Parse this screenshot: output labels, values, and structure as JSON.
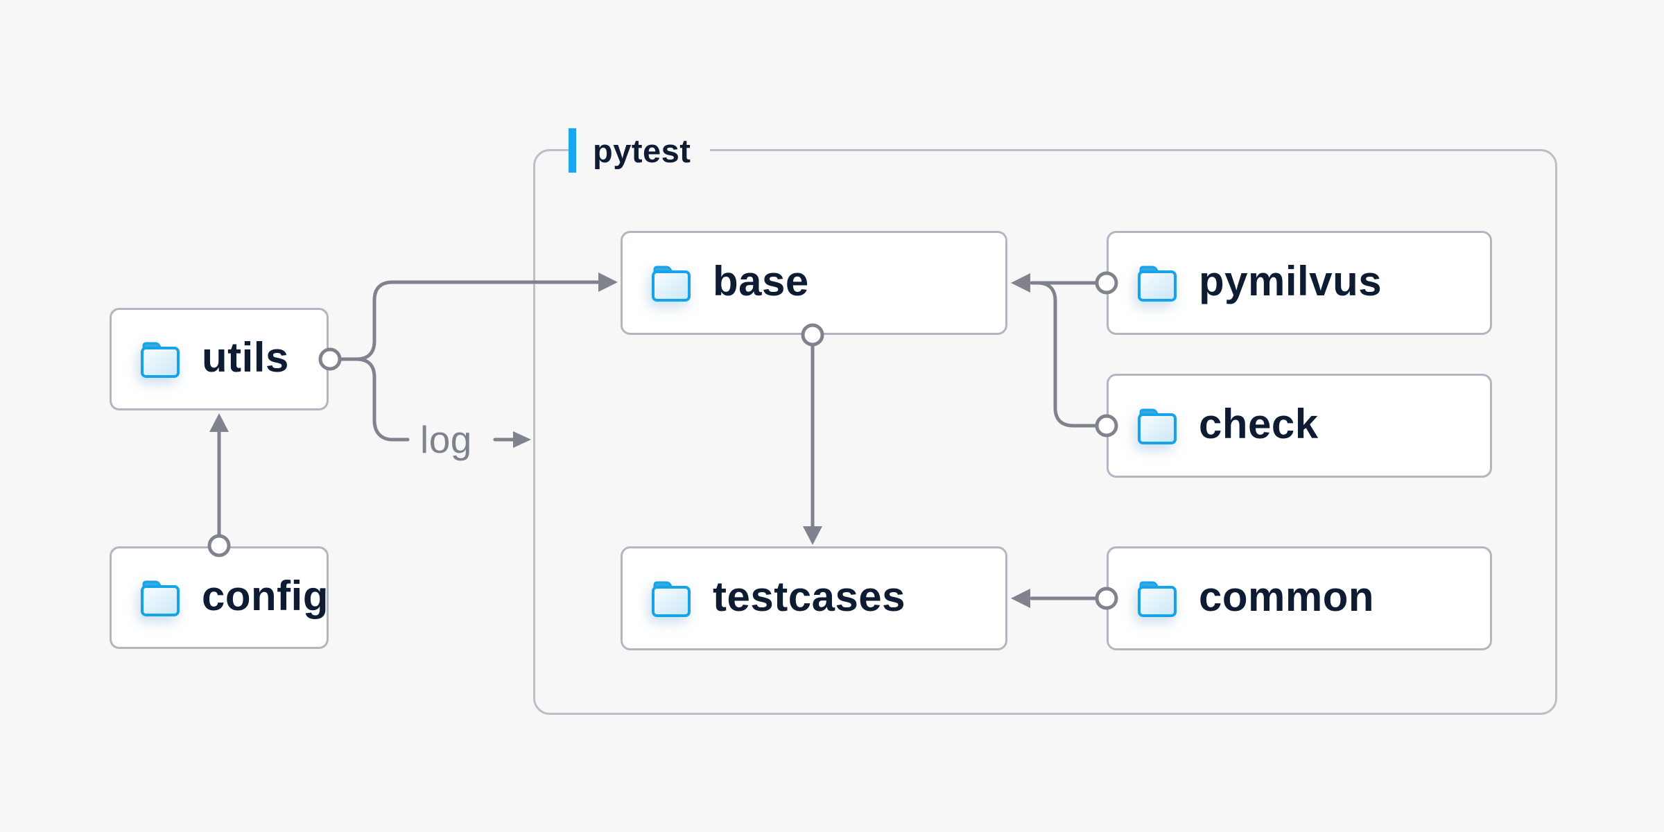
{
  "group": {
    "label": "pytest"
  },
  "edge_label": {
    "text": "log"
  },
  "nodes": {
    "utils": {
      "label": "utils",
      "icon": "folder-icon"
    },
    "config": {
      "label": "config",
      "icon": "folder-icon"
    },
    "base": {
      "label": "base",
      "icon": "folder-icon"
    },
    "pymilvus": {
      "label": "pymilvus",
      "icon": "folder-icon"
    },
    "check": {
      "label": "check",
      "icon": "folder-icon"
    },
    "testcases": {
      "label": "testcases",
      "icon": "folder-icon"
    },
    "common": {
      "label": "common",
      "icon": "folder-icon"
    }
  },
  "edges": [
    {
      "from": "utils",
      "to": "base",
      "style": "arrow-into-left-edge"
    },
    {
      "from": "utils",
      "to": "log",
      "style": "labeled-stub-arrow",
      "label": "log"
    },
    {
      "from": "config",
      "to": "utils",
      "style": "arrow-up"
    },
    {
      "from": "base",
      "to": "testcases",
      "style": "arrow-down"
    },
    {
      "from": "pymilvus",
      "to": "base",
      "style": "arrow-into-right-edge"
    },
    {
      "from": "check",
      "to": "base",
      "style": "merge-arrow-into-right-edge"
    },
    {
      "from": "common",
      "to": "testcases",
      "style": "arrow-into-right-edge"
    }
  ],
  "colors": {
    "background": "#f7f7f8",
    "node_background": "#ffffff",
    "node_border": "#b3b5c0",
    "group_border": "#bcbec8",
    "connector": "#80838d",
    "label_text": "#0d1b33",
    "edge_label_text": "#7e828d",
    "accent_bar": "#19a8ef",
    "folder_outline": "#17a3ea",
    "folder_fill_light": "#fbfdff",
    "folder_fill_dark": "#c8e7f8"
  }
}
